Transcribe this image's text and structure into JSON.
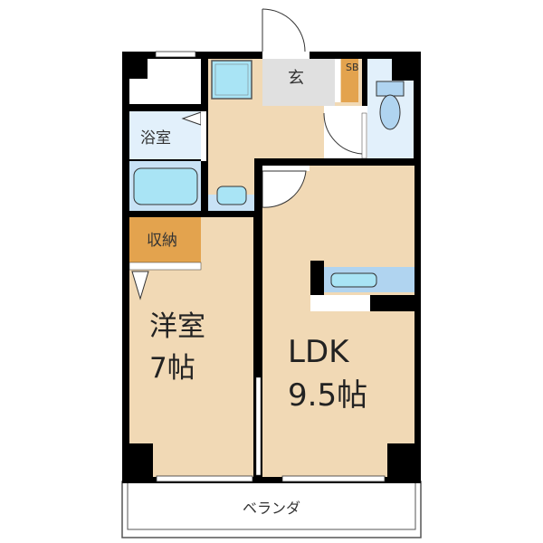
{
  "floorplan": {
    "colors": {
      "wall": "#000000",
      "living_floor": "#f1d9b5",
      "wet_area": "#e2f0fb",
      "fixture_blue": "#a9e4f5",
      "storage": "#e3a34e",
      "entrance": "#e0e0e0",
      "background": "#ffffff"
    },
    "rooms": {
      "genkan": {
        "label": "玄"
      },
      "shoe_box": {
        "label": "SB"
      },
      "bathroom": {
        "label": "浴室"
      },
      "storage": {
        "label": "収納"
      },
      "western_room": {
        "label": "洋室",
        "size": "7帖"
      },
      "ldk": {
        "label": "LDK",
        "size": "9.5帖"
      },
      "veranda": {
        "label": "ベランダ"
      }
    }
  }
}
